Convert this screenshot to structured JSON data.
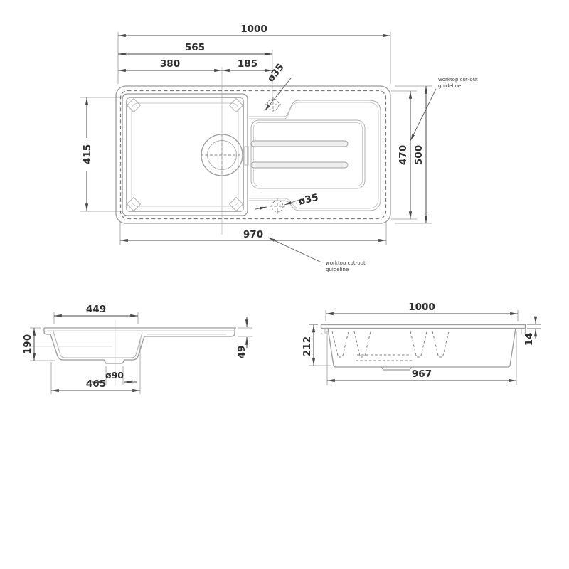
{
  "top_view": {
    "overall_width": "1000",
    "bowl_to_tap": "565",
    "drain_offset": "380",
    "tap_offset": "185",
    "bowl_inner_height": "415",
    "cutout_height": "470",
    "overall_height": "500",
    "cutout_width": "970",
    "tap_hole_top": "ø35",
    "tap_hole_bottom": "ø35"
  },
  "side_view": {
    "bowl_top_width": "449",
    "bowl_depth": "190",
    "drain_diameter": "ø90",
    "bowl_bottom_width": "465",
    "drainer_thickness": "49"
  },
  "front_view": {
    "overall_width": "1000",
    "total_depth": "212",
    "base_width": "967",
    "rim_thickness": "14"
  },
  "notes": {
    "cutout_line1": "worktop cut-out",
    "cutout_line2": "guideline"
  }
}
